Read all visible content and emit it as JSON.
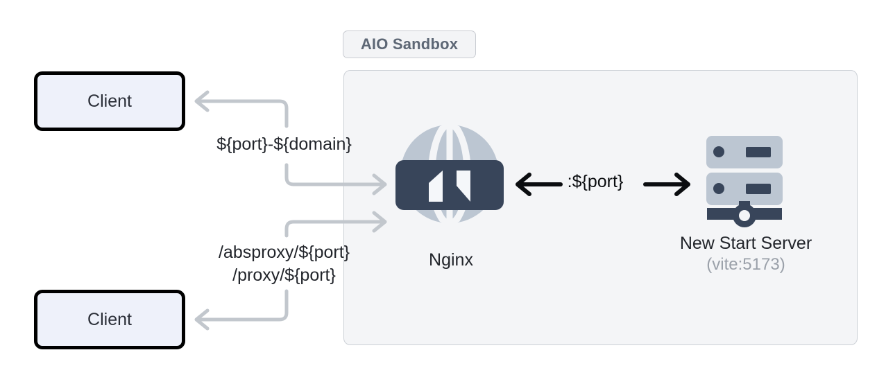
{
  "diagram": {
    "title": "AIO Sandbox proxy routing diagram",
    "badge": {
      "label": "AIO Sandbox"
    },
    "clients": [
      {
        "label": "Client",
        "position": "top"
      },
      {
        "label": "Client",
        "position": "bottom"
      }
    ],
    "edge_labels": {
      "top": "${port}-${domain}",
      "bottom_line1": "/absproxy/${port}",
      "bottom_line2": "/proxy/${port}"
    },
    "nodes": {
      "nginx": {
        "icon": "globe-proxy-icon",
        "caption": "Nginx"
      },
      "server": {
        "icon": "server-rack-icon",
        "caption": "New Start Server",
        "subcaption": "(vite:5173)"
      }
    },
    "center_connection": {
      "label": ":${port}",
      "left_arrow": "arrow-left-icon",
      "right_arrow": "arrow-right-icon"
    },
    "colors": {
      "client_fill": "#eef1fa",
      "client_border": "#000000",
      "container_fill": "#f4f5f7",
      "container_border": "#ccd0d6",
      "badge_fill": "#f3f4f6",
      "badge_text": "#5d6775",
      "globe_light": "#bcc6d2",
      "icon_dark": "#38455a",
      "gray_arrow": "#c2c7cd",
      "black_arrow": "#0b0d10",
      "muted_text": "#9aa0a9"
    }
  }
}
